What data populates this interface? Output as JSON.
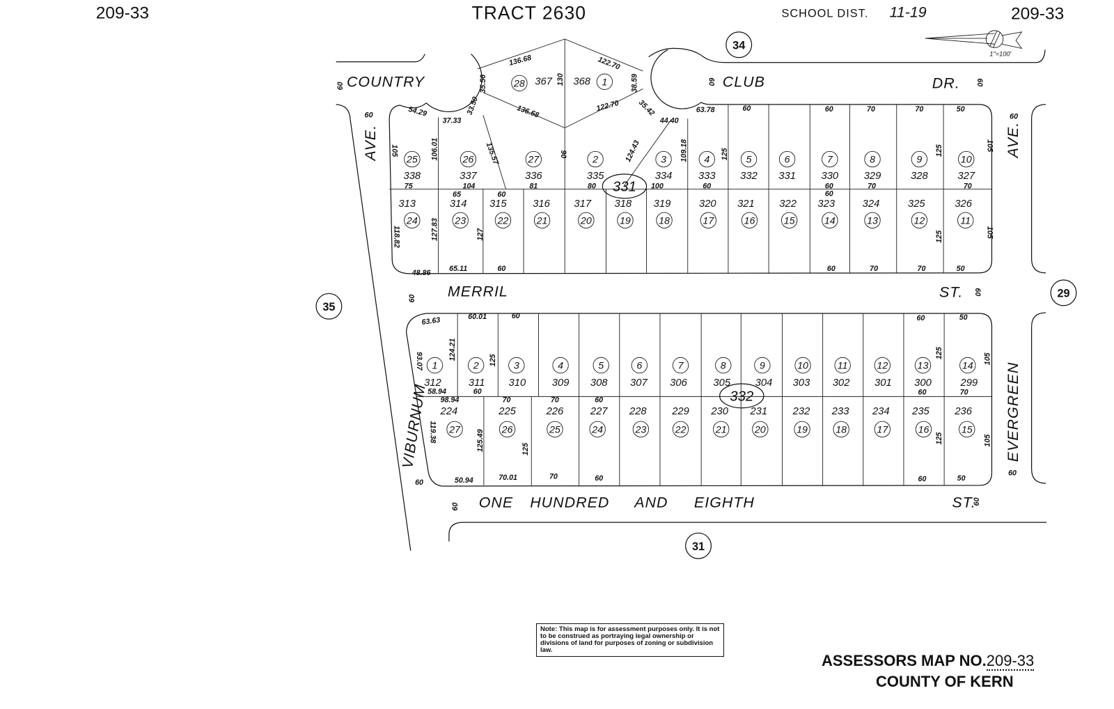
{
  "header": {
    "left_map_no": "209-33",
    "tract": "TRACT 2630",
    "school_dist_label": "SCHOOL DIST.",
    "school_dist_value": "11-19",
    "right_map_no": "209-33"
  },
  "scale": "1\"=100'",
  "adjoining_maps": [
    "34",
    "35",
    "29",
    "31"
  ],
  "books": [
    "331",
    "332"
  ],
  "streets": {
    "country": "COUNTRY",
    "club": "CLUB",
    "dr": "DR.",
    "ave_west": "AVE.",
    "ave_east": "AVE.",
    "merril": "MERRIL",
    "merril_st": "ST.",
    "viburnum": "VIBURNUM",
    "evergreen": "EVERGREEN",
    "one_hundred": "ONE",
    "hundred": "HUNDRED",
    "and": "AND",
    "eighth": "EIGHTH",
    "eighth_st": "ST."
  },
  "block_331": {
    "cul_de_sac_lots": [
      {
        "lot": "28",
        "parcel": "367"
      },
      {
        "lot": "1",
        "parcel": "368"
      }
    ],
    "north_row": [
      {
        "lot": "25",
        "parcel": "338"
      },
      {
        "lot": "26",
        "parcel": "337"
      },
      {
        "lot": "27",
        "parcel": "336"
      },
      {
        "lot": "2",
        "parcel": "335"
      },
      {
        "lot": "3",
        "parcel": "334"
      },
      {
        "lot": "4",
        "parcel": "333"
      },
      {
        "lot": "5",
        "parcel": "332"
      },
      {
        "lot": "6",
        "parcel": "331"
      },
      {
        "lot": "7",
        "parcel": "330"
      },
      {
        "lot": "8",
        "parcel": "329"
      },
      {
        "lot": "9",
        "parcel": "328"
      },
      {
        "lot": "10",
        "parcel": "327"
      }
    ],
    "south_row": [
      {
        "lot": "24",
        "parcel": "313"
      },
      {
        "lot": "23",
        "parcel": "314"
      },
      {
        "lot": "22",
        "parcel": "315"
      },
      {
        "lot": "21",
        "parcel": "316"
      },
      {
        "lot": "20",
        "parcel": "317"
      },
      {
        "lot": "19",
        "parcel": "318"
      },
      {
        "lot": "18",
        "parcel": "319"
      },
      {
        "lot": "17",
        "parcel": "320"
      },
      {
        "lot": "16",
        "parcel": "321"
      },
      {
        "lot": "15",
        "parcel": "322"
      },
      {
        "lot": "14",
        "parcel": "323"
      },
      {
        "lot": "13",
        "parcel": "324"
      },
      {
        "lot": "12",
        "parcel": "325"
      },
      {
        "lot": "11",
        "parcel": "326"
      }
    ]
  },
  "block_332": {
    "north_row": [
      {
        "lot": "1",
        "parcel": "312"
      },
      {
        "lot": "2",
        "parcel": "311"
      },
      {
        "lot": "3",
        "parcel": "310"
      },
      {
        "lot": "4",
        "parcel": "309"
      },
      {
        "lot": "5",
        "parcel": "308"
      },
      {
        "lot": "6",
        "parcel": "307"
      },
      {
        "lot": "7",
        "parcel": "306"
      },
      {
        "lot": "8",
        "parcel": "305"
      },
      {
        "lot": "9",
        "parcel": "304"
      },
      {
        "lot": "10",
        "parcel": "303"
      },
      {
        "lot": "11",
        "parcel": "302"
      },
      {
        "lot": "12",
        "parcel": "301"
      },
      {
        "lot": "13",
        "parcel": "300"
      },
      {
        "lot": "14",
        "parcel": "299"
      }
    ],
    "south_row": [
      {
        "lot": "27",
        "parcel": "224"
      },
      {
        "lot": "26",
        "parcel": "225"
      },
      {
        "lot": "25",
        "parcel": "226"
      },
      {
        "lot": "24",
        "parcel": "227"
      },
      {
        "lot": "23",
        "parcel": "228"
      },
      {
        "lot": "22",
        "parcel": "229"
      },
      {
        "lot": "21",
        "parcel": "230"
      },
      {
        "lot": "20",
        "parcel": "231"
      },
      {
        "lot": "19",
        "parcel": "232"
      },
      {
        "lot": "18",
        "parcel": "233"
      },
      {
        "lot": "17",
        "parcel": "234"
      },
      {
        "lot": "16",
        "parcel": "235"
      },
      {
        "lot": "15",
        "parcel": "236"
      }
    ]
  },
  "dimensions": [
    "54.29",
    "37.33",
    "33.50",
    "35.56",
    "136.68",
    "130",
    "122.70",
    "38.59",
    "136.68",
    "122.70",
    "35.42",
    "44.40",
    "63.78",
    "60",
    "60",
    "70",
    "70",
    "50",
    "105",
    "106.01",
    "135.57",
    "90",
    "124.43",
    "109.18",
    "125",
    "125",
    "105",
    "75",
    "104",
    "81",
    "80",
    "100",
    "60",
    "60",
    "70",
    "70",
    "65",
    "60",
    "60",
    "118.82",
    "127.83",
    "127",
    "125",
    "105",
    "48.86",
    "65.11",
    "60",
    "60",
    "70",
    "70",
    "50",
    "63.63",
    "60.01",
    "60",
    "60",
    "50",
    "93.07",
    "124.21",
    "125",
    "125",
    "105",
    "58.94",
    "60",
    "60",
    "70",
    "98.94",
    "70",
    "70",
    "60",
    "119.38",
    "125.49",
    "125",
    "125",
    "105",
    "50.94",
    "70.01",
    "70",
    "60",
    "60",
    "50"
  ],
  "street_widths": [
    "60",
    "60",
    "60",
    "60",
    "60",
    "60",
    "60",
    "60",
    "60",
    "60",
    "60"
  ],
  "footer": {
    "note": "Note: This map is for assessment purposes only. It is not to be construed as portraying legal ownership or divisions of land for purposes of zoning or subdivision law.",
    "assessors_label": "ASSESSORS MAP NO.",
    "map_no": "209-33",
    "county": "COUNTY OF KERN"
  }
}
